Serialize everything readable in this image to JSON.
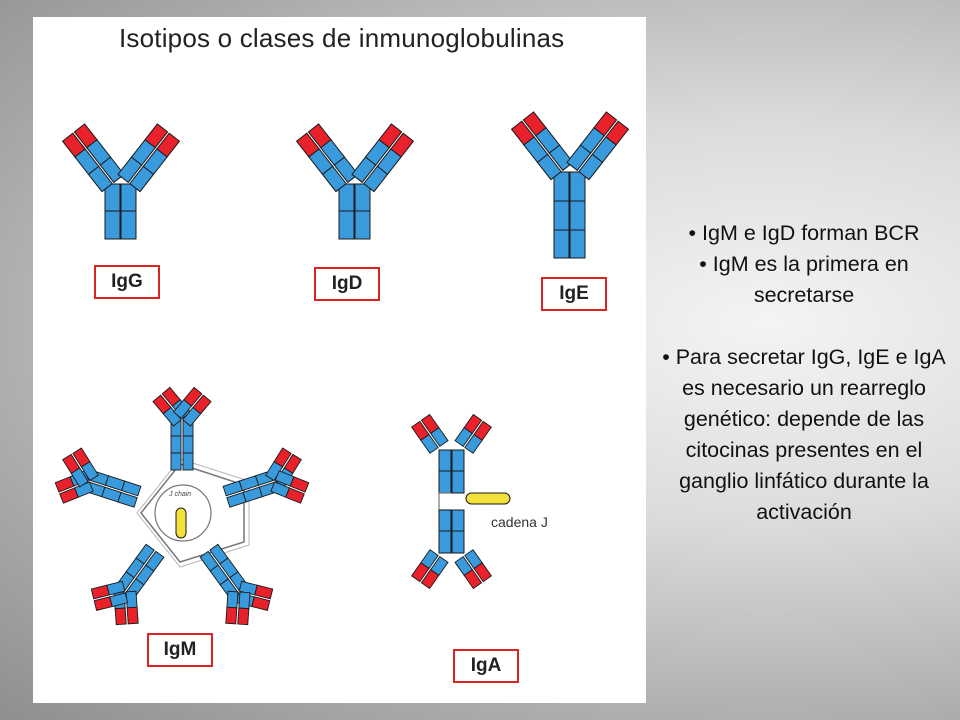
{
  "figure": {
    "title": "Isotipos o clases de inmunoglobulinas",
    "labels": {
      "igg": "IgG",
      "igd": "IgD",
      "ige": "IgE",
      "igm": "IgM",
      "iga": "IgA"
    },
    "annotations": {
      "j_chain_small": "J chain",
      "j_chain": "cadena J"
    },
    "colors": {
      "constant_domain": "#3a9bdc",
      "variable_domain": "#e8212b",
      "j_chain": "#f2e23a",
      "outline": "#1a1a1a",
      "label_border": "#d22222"
    }
  },
  "notes": {
    "bullets": [
      "• IgM e IgD forman BCR",
      "• IgM es la primera en secretarse",
      "• Para secretar IgG, IgE e IgA es necesario un rearreglo genético: depende de las citocinas presentes en el ganglio linfático durante la activación"
    ]
  }
}
